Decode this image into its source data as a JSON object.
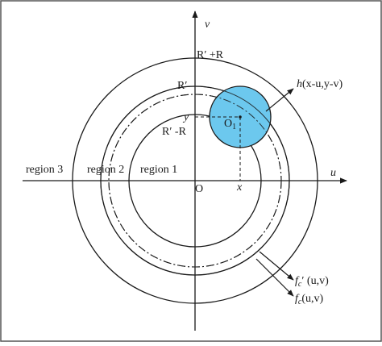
{
  "diagram": {
    "axis_u": "u",
    "axis_v": "v",
    "origin": "O",
    "circle_outer": "R′ +R",
    "circle_middle": "R′",
    "circle_inner": "R′ -R",
    "region1": "region 1",
    "region2": "region 2",
    "region3": "region 3",
    "point_center": "O",
    "point_center_sub": "1",
    "coord_x": "x",
    "coord_y": "y",
    "kernel_label": "h(x-u,y-v)",
    "fc_prime_label": "f_c′ (u,v)",
    "fc_label": "f_c(u,v)",
    "colors": {
      "kernel_fill": "#6cc8ee",
      "stroke": "#1a1a1a",
      "frame": "#555555"
    }
  }
}
